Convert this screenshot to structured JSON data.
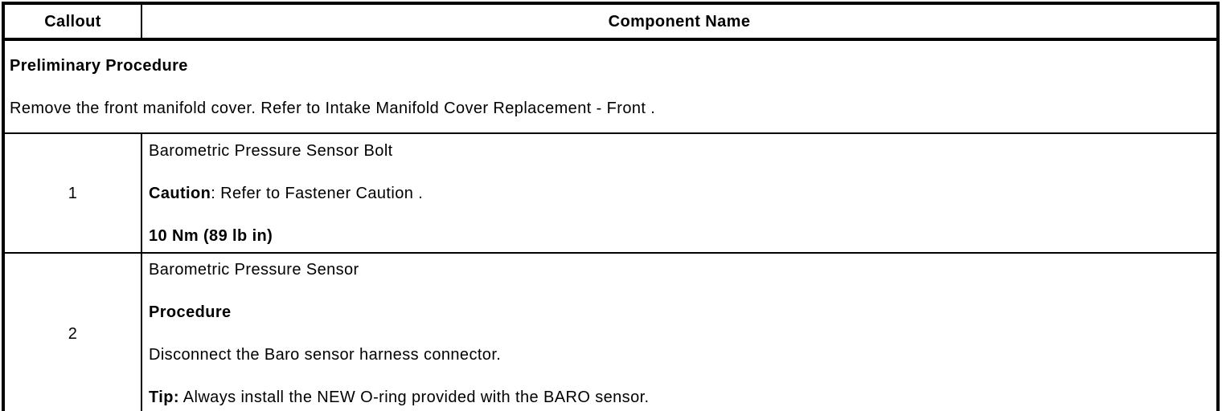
{
  "header": {
    "callout_label": "Callout",
    "component_label": "Component Name"
  },
  "preliminary": {
    "title": "Preliminary Procedure",
    "instruction": "Remove the front manifold cover. Refer to Intake Manifold Cover Replacement - Front ."
  },
  "rows": [
    {
      "callout": "1",
      "name": "Barometric Pressure Sensor Bolt",
      "caution_label": "Caution",
      "caution_text": ": Refer to Fastener Caution .",
      "torque": "10 Nm (89 lb in)"
    },
    {
      "callout": "2",
      "name": "Barometric Pressure Sensor",
      "procedure_label": "Procedure",
      "procedure_text": "Disconnect the Baro sensor harness connector.",
      "tip_label": "Tip:",
      "tip_text": " Always install the NEW O-ring provided with the BARO sensor."
    }
  ],
  "colors": {
    "border": "#000000",
    "text": "#000000",
    "background": "#ffffff"
  }
}
